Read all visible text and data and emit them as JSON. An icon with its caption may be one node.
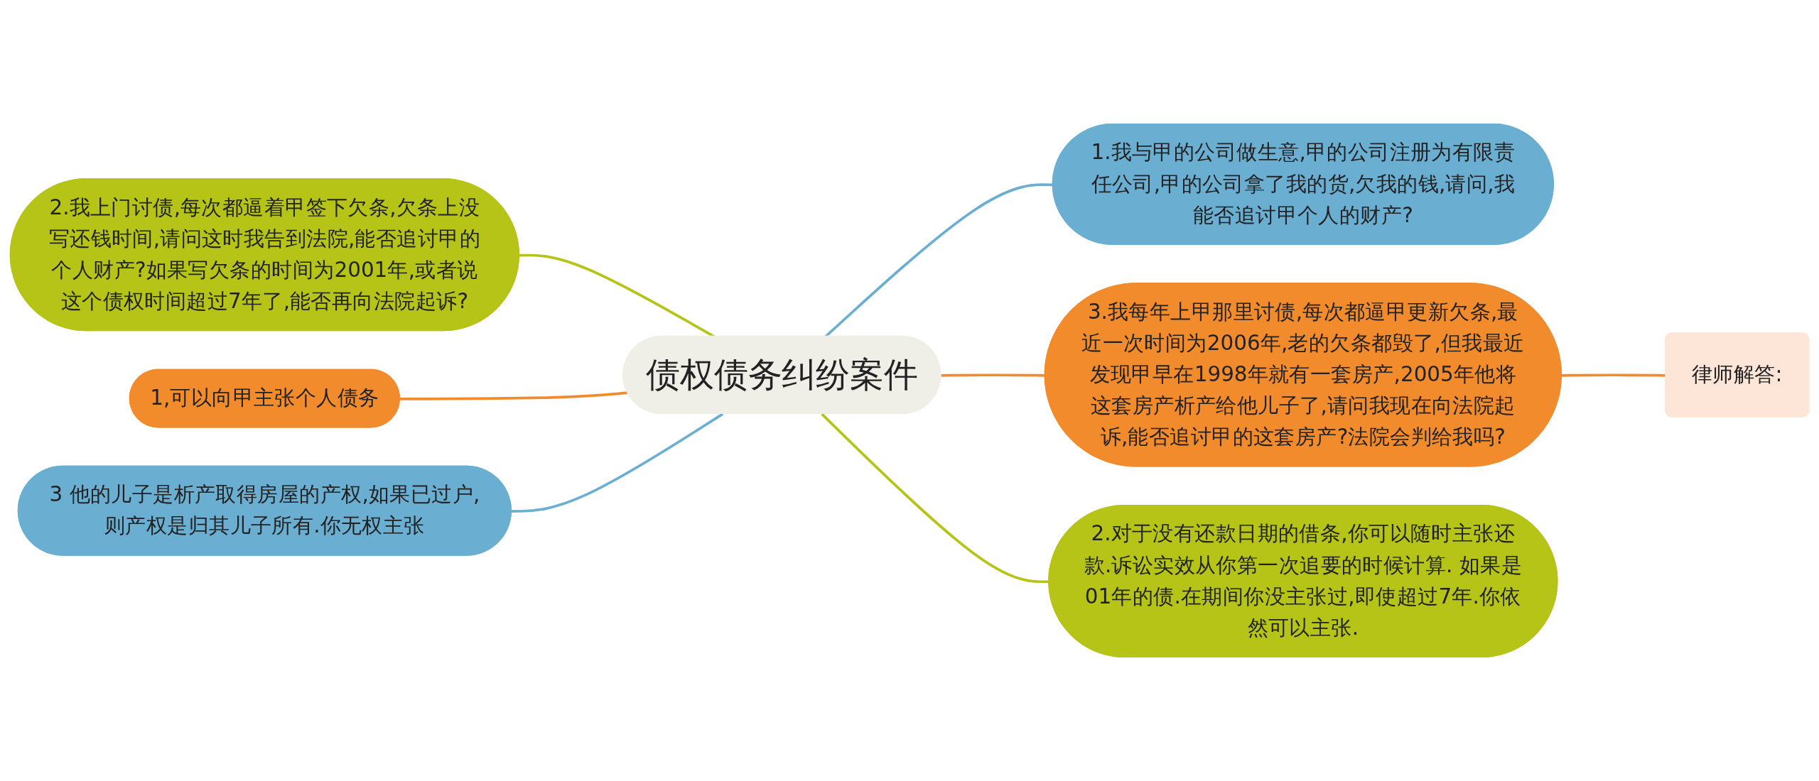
{
  "diagram": {
    "nodes": [
      {
        "text": [
          "债权债务纠纷案件"
        ]
      },
      {
        "text": [
          "1.我与甲的公司做生意,甲的公司注册为有限责任公司,甲的公司拿了我的货,欠我的钱,请问,我能否追讨甲个人的财产?"
        ]
      },
      {
        "text": [
          "3.我每年上甲那里讨债,每次都逼甲更新欠条,最近一次时间为2006年,老的欠条都毁了,但我最近发现甲早在1998年就有一套房产,2005年他将这套房产析产给他儿子了,请问我现在向法院起诉,能否追讨甲的这套房产?法院会判给我吗?"
        ]
      },
      {
        "text": [
          "2.对于没有还款日期的借条,你可以随时主张还款.诉讼实效从你第一次追要的时候计算. 如果是01年的债.在期间你没主张过,即使超过7年.你依然可以主张."
        ]
      },
      {
        "text": [
          "律师解答:"
        ]
      },
      {
        "text": [
          "2.我上门讨债,每次都逼着甲签下欠条,欠条上没写还钱时间,请问这时我告到法院,能否追讨甲的个人财产?如果写欠条的时间为2001年,或者说这个债权时间超过7年了,能否再向法院起诉?"
        ]
      },
      {
        "text": [
          "1,可以向甲主张个人债务"
        ]
      },
      {
        "text": [
          "3 他的儿子是析产取得房屋的产权,如果已过户,则产权是归其儿子所有.你无权主张"
        ]
      }
    ],
    "edges": [
      {
        "from": 0,
        "to": 1,
        "arrow": "none",
        "color": "#6aafd2"
      },
      {
        "from": 0,
        "to": 2,
        "arrow": "none",
        "color": "#f28b2c"
      },
      {
        "from": 0,
        "to": 3,
        "arrow": "none",
        "color": "#b5c417"
      },
      {
        "from": 2,
        "to": 4,
        "arrow": "none",
        "color": "#f28b2c"
      },
      {
        "from": 5,
        "to": 0,
        "arrow": "none",
        "color": "#b5c417"
      },
      {
        "from": 6,
        "to": 0,
        "arrow": "none",
        "color": "#f28b2c"
      },
      {
        "from": 7,
        "to": 0,
        "arrow": "none",
        "color": "#6aafd2"
      }
    ]
  }
}
